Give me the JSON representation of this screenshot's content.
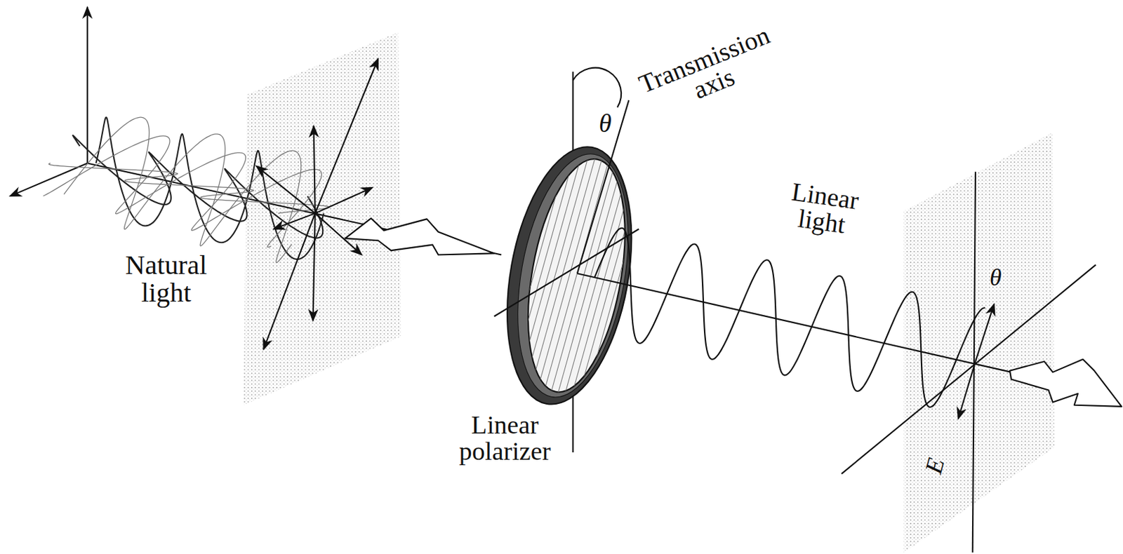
{
  "diagram": {
    "labels": [
      "Natural light",
      "Transmission axis",
      "θ",
      "Linear light",
      "Linear polarizer",
      "θ",
      "E⃗"
    ]
  }
}
